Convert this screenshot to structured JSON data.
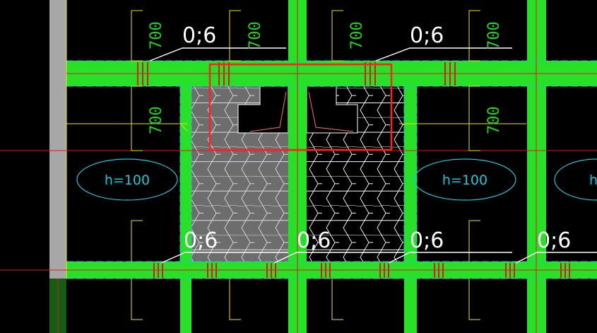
{
  "drawing": {
    "rebar_labels": [
      "0;6",
      "0;6",
      "0;6",
      "0;6",
      "0;6",
      "0;6"
    ],
    "dimension_labels": [
      "700",
      "700",
      "700",
      "700",
      "700",
      "700"
    ],
    "elevation_labels": [
      "h=100",
      "h=100",
      "h"
    ],
    "colors": {
      "background": "#000000",
      "beam": "#28e028",
      "rebar": "#e0161c",
      "grid": "#e0161c",
      "selection": "#ff2020",
      "dimension": "#e8e800",
      "elevation": "#19c8d8",
      "text": "#ffffff",
      "column": "#a7a7a7"
    }
  }
}
